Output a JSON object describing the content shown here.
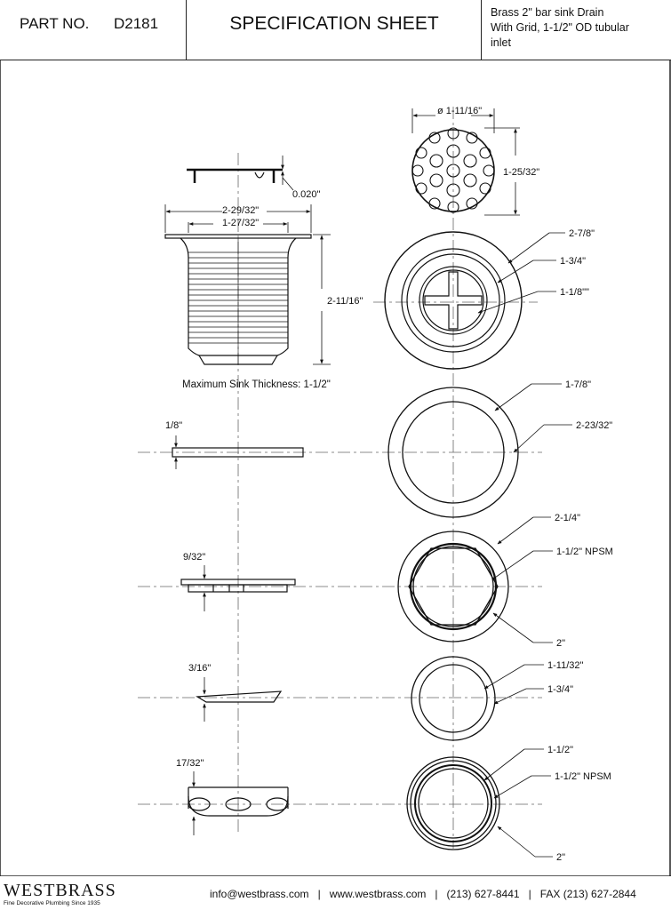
{
  "header": {
    "part_label": "PART NO.",
    "part_number": "D2181",
    "title": "SPECIFICATION SHEET",
    "desc_lines": [
      "Brass 2\" bar sink Drain",
      "With Grid,  1-1/2\" OD tubular",
      "inlet"
    ]
  },
  "dims": {
    "grid_dia": "ø 1-11/16\"",
    "grid_height": "1-25/32\"",
    "grid_thick": "0.020\"",
    "body_flange": "2-29/32\"",
    "body_inner": "1-27/32\"",
    "body_height": "2-11/16\"",
    "max_sink": "Maximum Sink Thickness: 1-1/2\"",
    "top_outer": "2-7/8\"",
    "top_mid": "1-3/4\"",
    "top_inner": "1-1/8\"\"",
    "gasket_thick": "1/8\"",
    "gasket_inner": "1-7/8\"",
    "gasket_outer": "2-23/32\"",
    "nut_thick": "9/32\"",
    "nut_outer": "2-1/4\"",
    "nut_thread": "1-1/2\" NPSM",
    "nut_hex": "2\"",
    "washer_thick": "3/16\"",
    "washer_inner": "1-11/32\"",
    "washer_outer": "1-3/4\"",
    "tail_thick": "17/32\"",
    "tail_inner": "1-1/2\"",
    "tail_thread": "1-1/2\" NPSM",
    "tail_outer": "2\""
  },
  "footer": {
    "brand": "WESTBRASS",
    "tagline": "Fine Decorative Plumbing Since 1935",
    "email": "info@westbrass.com",
    "web": "www.westbrass.com",
    "phone": "(213) 627-8441",
    "fax": "FAX (213) 627-2844"
  }
}
